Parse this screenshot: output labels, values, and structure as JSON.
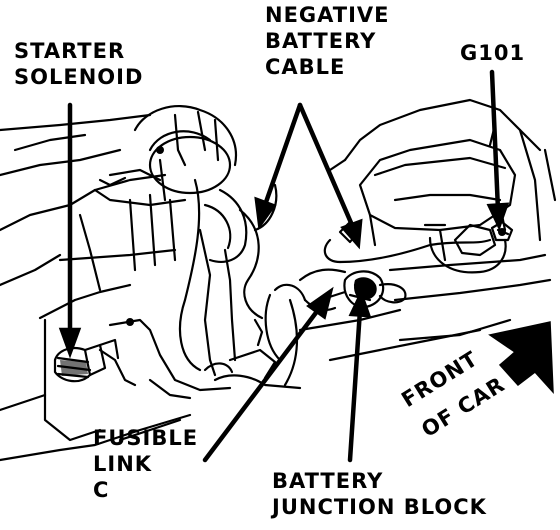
{
  "labels": {
    "starter_solenoid": [
      "STARTER",
      "SOLENOID"
    ],
    "negative_battery_cable": [
      "NEGATIVE",
      "BATTERY",
      "CABLE"
    ],
    "g101": "G101",
    "fusible_link": [
      "FUSIBLE",
      "LINK",
      "C"
    ],
    "battery_junction_block": [
      "BATTERY",
      "JUNCTION BLOCK"
    ],
    "front_of_car": [
      "FRONT",
      "OF CAR"
    ]
  },
  "colors": {
    "ink": "#000000",
    "paper": "#ffffff"
  }
}
